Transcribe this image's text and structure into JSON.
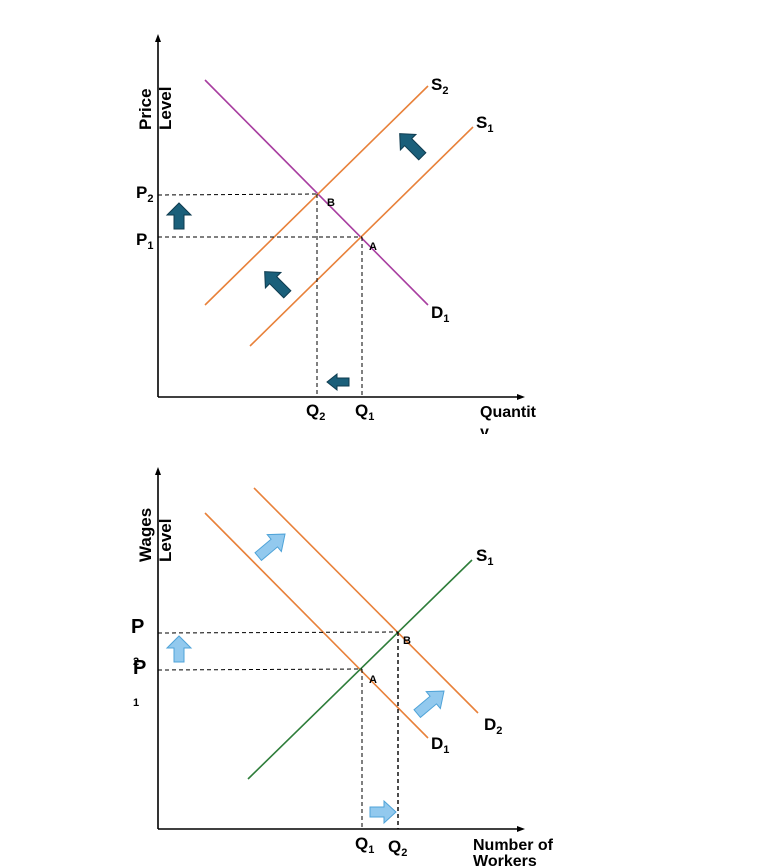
{
  "colors": {
    "supply": "#e8813a",
    "demand_top": "#a83ea0",
    "supply_bottom": "#2e7d3a",
    "arrow_dark": "#1a5f7a",
    "arrow_dark_edge": "#0e3b4f",
    "arrow_light": "#92c9ee",
    "arrow_light_edge": "#4fa3d8",
    "axis": "#000000",
    "dash": "#000000"
  },
  "top_diagram": {
    "y_axis_label_line1": "Price",
    "y_axis_label_line2": "Level",
    "x_axis_label_line1": "Quantit",
    "x_axis_label_line2": "y",
    "p2_main": "P",
    "p2_sub": "2",
    "p1_main": "P",
    "p1_sub": "1",
    "q2_main": "Q",
    "q2_sub": "2",
    "q1_main": "Q",
    "q1_sub": "1",
    "s2_main": "S",
    "s2_sub": "2",
    "s1_main": "S",
    "s1_sub": "1",
    "d1_main": "D",
    "d1_sub": "1",
    "point_a": "A",
    "point_b": "B",
    "arrows": [
      "up-left-arrow",
      "up-left-arrow",
      "up-arrow",
      "left-arrow"
    ]
  },
  "bottom_diagram": {
    "y_axis_label_line1": "Wages",
    "y_axis_label_line2": "Level",
    "x_axis_label_line1": "Number of",
    "x_axis_label_line2": "Workers",
    "p2_main": "P",
    "p2_sub": "2",
    "p1_main": "P",
    "p1_sub": "1",
    "q1_main": "Q",
    "q1_sub": "1",
    "q2_main": "Q",
    "q2_sub": "2",
    "s1_main": "S",
    "s1_sub": "1",
    "d2_main": "D",
    "d2_sub": "2",
    "d1_main": "D",
    "d1_sub": "1",
    "point_a": "A",
    "point_b": "B",
    "arrows": [
      "up-right-arrow",
      "up-right-arrow",
      "up-arrow",
      "right-arrow"
    ]
  }
}
